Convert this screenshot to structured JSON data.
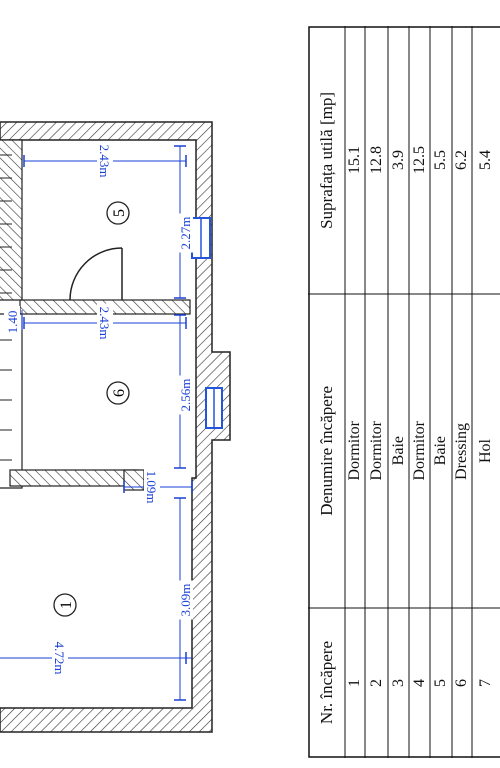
{
  "plan": {
    "rooms": [
      {
        "number": "1"
      },
      {
        "number": "6"
      },
      {
        "number": "5"
      }
    ],
    "dimensions": [
      {
        "label": "2.43m",
        "rotated": true
      },
      {
        "label": "2.27m",
        "rotated": false
      },
      {
        "label": "2.43m",
        "rotated": true
      },
      {
        "label": "2.56m",
        "rotated": false
      },
      {
        "label": "1.09m",
        "rotated": true
      },
      {
        "label": "3.09m",
        "rotated": false
      },
      {
        "label": "4.72m",
        "rotated": true
      },
      {
        "label": "1.40",
        "rotated": false
      }
    ],
    "colors": {
      "wall": "#222222",
      "dimension": "#1a3fd6",
      "window": "#2255dd"
    }
  },
  "table": {
    "headers": {
      "number": "Nr. încăpere",
      "name": "Denumire încăpere",
      "area": "Suprafața utilă [mp]"
    },
    "rows": [
      {
        "number": "1",
        "name": "Dormitor",
        "area": "15.1"
      },
      {
        "number": "2",
        "name": "Dormitor",
        "area": "12.8"
      },
      {
        "number": "3",
        "name": "Baie",
        "area": "3.9"
      },
      {
        "number": "4",
        "name": "Dormitor",
        "area": "12.5"
      },
      {
        "number": "5",
        "name": "Baie",
        "area": "5.5"
      },
      {
        "number": "6",
        "name": "Dressing",
        "area": "6.2"
      },
      {
        "number": "7",
        "name": "Hol",
        "area": "5.4"
      }
    ]
  }
}
